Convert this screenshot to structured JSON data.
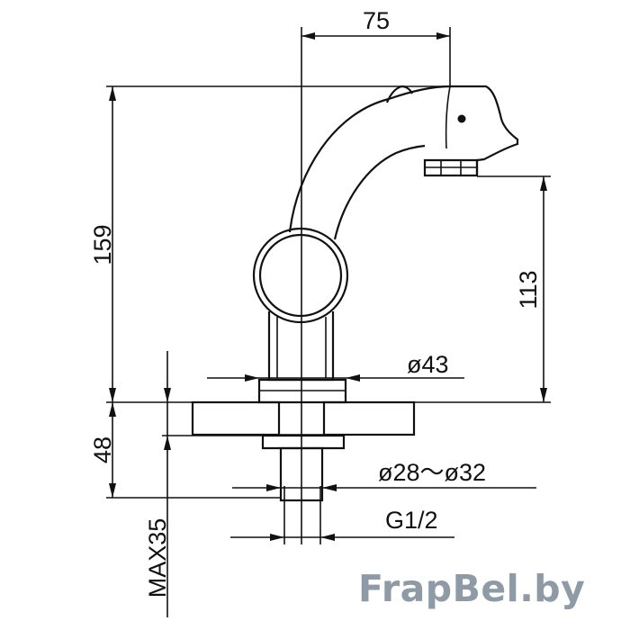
{
  "dimensions": {
    "top_width": "75",
    "total_height": "159",
    "spout_height": "113",
    "base_diameter": "ø43",
    "mounting_thickness": "48",
    "hole_diameter": "ø28～ø32",
    "thread": "G1/2",
    "max_thickness": "MAX35"
  },
  "watermark": "FrapBel.by",
  "colors": {
    "line": "#111111",
    "watermark": "#8e9aa6",
    "background": "#ffffff"
  }
}
